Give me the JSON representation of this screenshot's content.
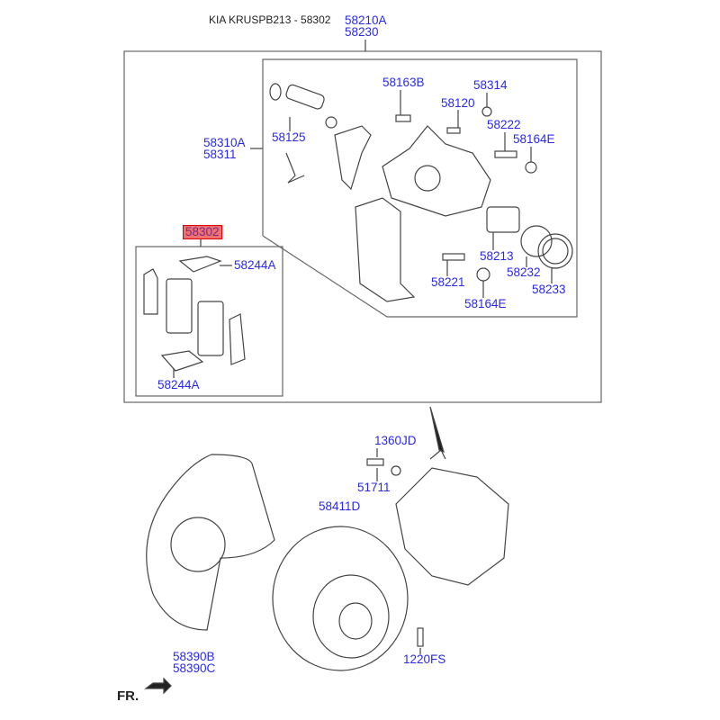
{
  "title": "KIA KRUSPB213 - 58302",
  "highlight_color": "#f07070",
  "label_color": "#2a2ae6",
  "labels": {
    "l58210A": "58210A",
    "l58230": "58230",
    "l58310A": "58310A",
    "l58311": "58311",
    "l58163B": "58163B",
    "l58314": "58314",
    "l58120": "58120",
    "l58125": "58125",
    "l58222": "58222",
    "l58164E_a": "58164E",
    "l58302": "58302",
    "l58244A_a": "58244A",
    "l58213": "58213",
    "l58232": "58232",
    "l58233": "58233",
    "l58221": "58221",
    "l58164E_b": "58164E",
    "l58244A_b": "58244A",
    "l1360JD": "1360JD",
    "l51711": "51711",
    "l58411D": "58411D",
    "l58390B": "58390B",
    "l58390C": "58390C",
    "l1220FS": "1220FS"
  },
  "direction_label": "FR."
}
